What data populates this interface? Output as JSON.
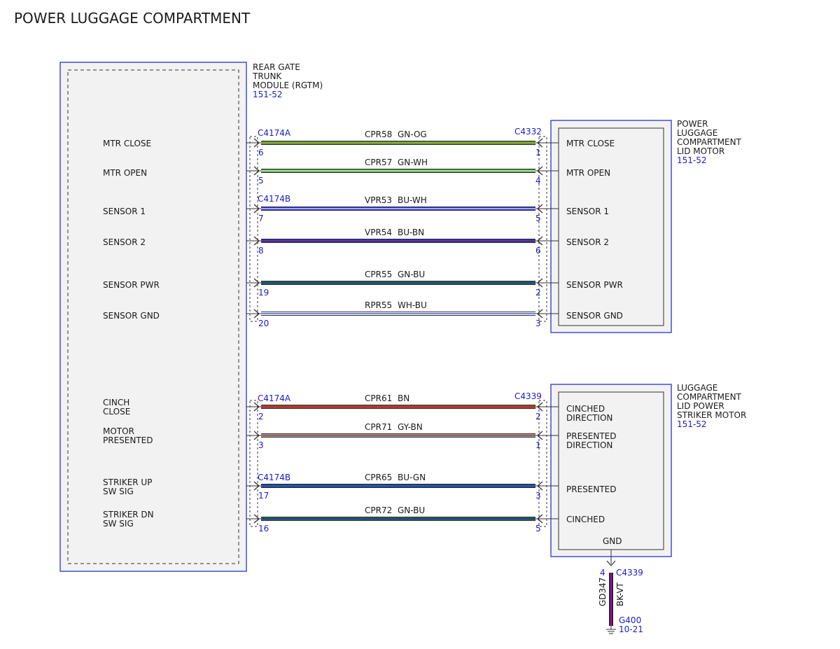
{
  "title": "POWER LUGGAGE COMPARTMENT",
  "colors": {
    "GN": "#3a9a2a",
    "BU": "#2a2ae0",
    "WH": "#ffffff",
    "OG": "#e8a040",
    "BN": "#b03a2e",
    "GY": "#9a9a9a",
    "GN_DARK": "#1f6a34",
    "BU_DARK": "#1a2ad0",
    "module_border": "#3344cc",
    "ref_blue": "#1a1acc"
  },
  "rgtm": {
    "name_lines": [
      "REAR GATE",
      "TRUNK",
      "MODULE (RGTM)"
    ],
    "ref": "151-52",
    "pins": [
      {
        "lines": [
          "MTR CLOSE"
        ]
      },
      {
        "lines": [
          "MTR OPEN"
        ]
      },
      {
        "lines": [
          "SENSOR 1"
        ]
      },
      {
        "lines": [
          "SENSOR 2"
        ]
      },
      {
        "lines": [
          "SENSOR PWR"
        ]
      },
      {
        "lines": [
          "SENSOR GND"
        ]
      },
      {
        "lines": [
          "CINCH",
          "CLOSE"
        ]
      },
      {
        "lines": [
          "MOTOR",
          "PRESENTED"
        ]
      },
      {
        "lines": [
          "STRIKER UP",
          "SW SIG"
        ]
      },
      {
        "lines": [
          "STRIKER DN",
          "SW SIG"
        ]
      }
    ]
  },
  "lid_motor": {
    "name_lines": [
      "POWER",
      "LUGGAGE",
      "COMPARTMENT",
      "LID MOTOR"
    ],
    "ref": "151-52",
    "pins": [
      {
        "lines": [
          "MTR CLOSE"
        ]
      },
      {
        "lines": [
          "MTR OPEN"
        ]
      },
      {
        "lines": [
          "SENSOR 1"
        ]
      },
      {
        "lines": [
          "SENSOR 2"
        ]
      },
      {
        "lines": [
          "SENSOR PWR"
        ]
      },
      {
        "lines": [
          "SENSOR GND"
        ]
      }
    ]
  },
  "striker_motor": {
    "name_lines": [
      "LUGGAGE",
      "COMPARTMENT",
      "LID POWER",
      "STRIKER MOTOR"
    ],
    "ref": "151-52",
    "pins": [
      {
        "lines": [
          "CINCHED",
          "DIRECTION"
        ]
      },
      {
        "lines": [
          "PRESENTED",
          "DIRECTION"
        ]
      },
      {
        "lines": [
          "PRESENTED"
        ]
      },
      {
        "lines": [
          "CINCHED"
        ]
      }
    ],
    "gnd_label": "GND"
  },
  "connectors": [
    {
      "label": "C4174A"
    },
    {
      "label": "C4174B"
    },
    {
      "label": "C4332"
    },
    {
      "label": "C4174A"
    },
    {
      "label": "C4339"
    },
    {
      "label": "C4174B"
    }
  ],
  "wires": [
    {
      "circuit": "CPR58",
      "color_code": "GN-OG",
      "left_pin": "6",
      "right_pin": "1",
      "base": "GN",
      "stripe": "OG"
    },
    {
      "circuit": "CPR57",
      "color_code": "GN-WH",
      "left_pin": "5",
      "right_pin": "4",
      "base": "GN",
      "stripe": "WH"
    },
    {
      "circuit": "VPR53",
      "color_code": "BU-WH",
      "left_pin": "7",
      "right_pin": "5",
      "base": "BU",
      "stripe": "WH"
    },
    {
      "circuit": "VPR54",
      "color_code": "BU-BN",
      "left_pin": "8",
      "right_pin": "6",
      "base": "BU_DARK",
      "stripe": "BN"
    },
    {
      "circuit": "CPR55",
      "color_code": "GN-BU",
      "left_pin": "19",
      "right_pin": "2",
      "base": "GN_DARK",
      "stripe": "BU"
    },
    {
      "circuit": "RPR55",
      "color_code": "WH-BU",
      "left_pin": "20",
      "right_pin": "3",
      "base": "WH",
      "stripe": "BU"
    },
    {
      "circuit": "CPR61",
      "color_code": "BN",
      "left_pin": "2",
      "right_pin": "2",
      "base": "BN",
      "stripe": null
    },
    {
      "circuit": "CPR71",
      "color_code": "GY-BN",
      "left_pin": "3",
      "right_pin": "1",
      "base": "GY",
      "stripe": "BN"
    },
    {
      "circuit": "CPR65",
      "color_code": "BU-GN",
      "left_pin": "17",
      "right_pin": "3",
      "base": "BU_DARK",
      "stripe": "GN"
    },
    {
      "circuit": "CPR72",
      "color_code": "GN-BU",
      "left_pin": "16",
      "right_pin": "5",
      "base": "GN_DARK",
      "stripe": "BU"
    }
  ],
  "ground": {
    "pin": "4",
    "connector": "C4339",
    "circuit": "GD347",
    "color_code": "BK-VT",
    "point": "G400",
    "ref": "10-21"
  }
}
